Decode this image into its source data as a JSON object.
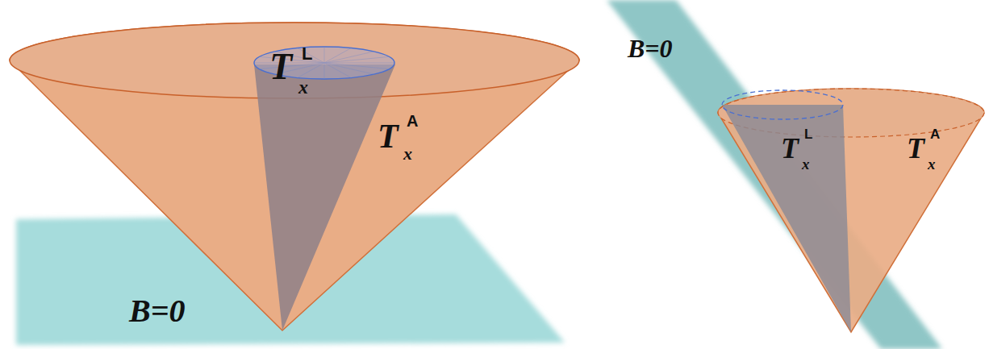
{
  "diagram": {
    "labels": [
      "B=0",
      "T",
      "x",
      "L",
      "T",
      "x",
      "A",
      "B=0",
      "T",
      "x",
      "L",
      "T",
      "x",
      "A"
    ]
  }
}
